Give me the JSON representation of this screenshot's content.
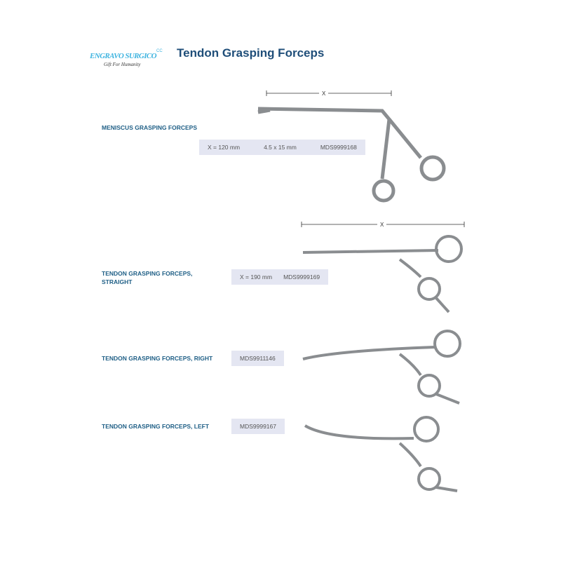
{
  "logo": {
    "name": "ENGRAVO SURGICO",
    "mark": "CC",
    "tagline": "Gift For Humanity"
  },
  "title": "Tendon Grasping Forceps",
  "dimension_marker": "X",
  "products": [
    {
      "name": "MENISCUS GRASPING FORCEPS",
      "specs": [
        "X = 120 mm",
        "4.5 x 15 mm"
      ],
      "code": "MDS9999168"
    },
    {
      "name": "TENDON GRASPING FORCEPS, STRAIGHT",
      "specs": [
        "X = 190 mm"
      ],
      "code": "MDS9999169"
    },
    {
      "name": "TENDON GRASPING FORCEPS, RIGHT",
      "specs": [],
      "code": "MDS9911146"
    },
    {
      "name": "TENDON GRASPING FORCEPS, LEFT",
      "specs": [],
      "code": "MDS9999167"
    }
  ]
}
